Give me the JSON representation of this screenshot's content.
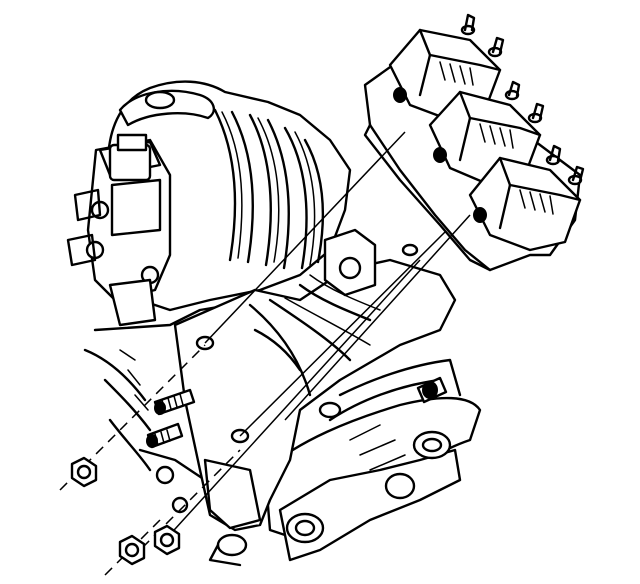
{
  "figure": {
    "description_parts": [
      "ignition-coil-pack",
      "coil-bracket",
      "intake-manifold",
      "throttle-body",
      "cylinder-head",
      "exhaust-manifold",
      "mounting-studs",
      "retaining-nuts"
    ],
    "line_color": "#000000",
    "background_color": "#ffffff"
  }
}
